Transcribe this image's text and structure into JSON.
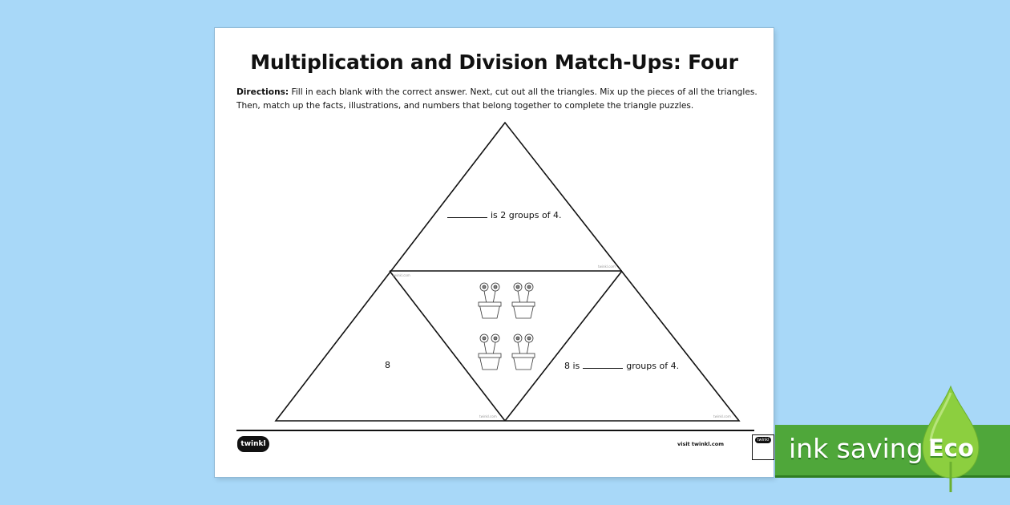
{
  "worksheet": {
    "title": "Multiplication and Division Match-Ups: Four",
    "directions_label": "Directions:",
    "directions_text": " Fill in each blank with the correct answer. Next, cut out all the triangles. Mix up the pieces of all the triangles. Then, match up the facts, illustrations, and numbers that belong together to complete the triangle puzzles.",
    "top_fact": "is 2 groups of 4.",
    "left_number": "8",
    "right_fact_prefix": "8 is",
    "right_fact_suffix": "groups of 4.",
    "watermark": "twinkl.com",
    "picture": "four flower pots with two flowers each"
  },
  "footer": {
    "logo": "twinkl",
    "visit": "visit twinkl.com",
    "seal_caption": "twinkl"
  },
  "banner": {
    "text": "ink saving",
    "badge": "Eco",
    "colors": {
      "banner": "#4fa73a",
      "drop": "#8ccf3f",
      "background": "#a8d8f8"
    }
  }
}
